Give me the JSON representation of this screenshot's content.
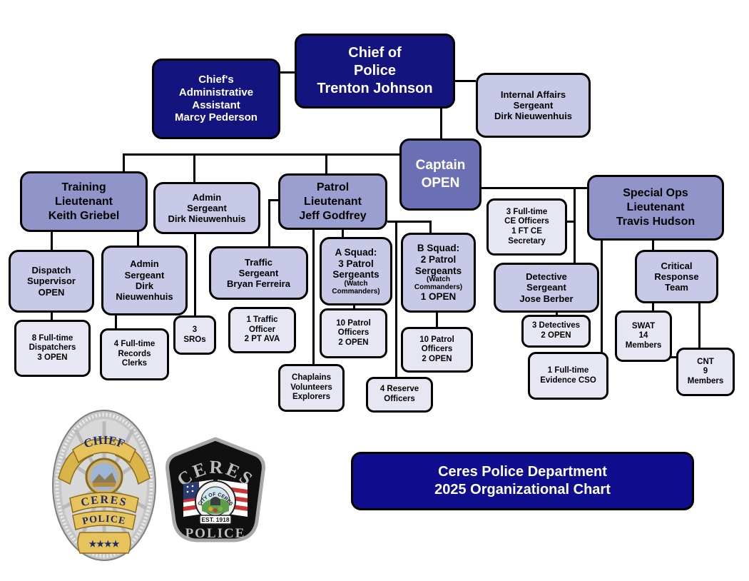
{
  "doc_title": "Ceres Police Department 2025 Organizational Chart",
  "footer": {
    "lines": [
      "Ceres Police Department",
      "2025 Organizational Chart"
    ]
  },
  "org": {
    "chief": {
      "lines": [
        "Chief of",
        "Police",
        "Trenton Johnson"
      ]
    },
    "assistant": {
      "lines": [
        "Chief's",
        "Administrative",
        "Assistant",
        "Marcy Pederson"
      ]
    },
    "internal_affairs": {
      "lines": [
        "Internal Affairs",
        "Sergeant",
        "Dirk Nieuwenhuis"
      ]
    },
    "captain": {
      "lines": [
        "Captain",
        "OPEN"
      ]
    },
    "training_lt": {
      "lines": [
        "Training",
        "Lieutenant",
        "Keith Griebel"
      ]
    },
    "admin_sgt_top": {
      "lines": [
        "Admin",
        "Sergeant",
        "Dirk Nieuwenhuis"
      ]
    },
    "patrol_lt": {
      "lines": [
        "Patrol",
        "Lieutenant",
        "Jeff Godfrey"
      ]
    },
    "special_ops_lt": {
      "lines": [
        "Special Ops",
        "Lieutenant",
        "Travis Hudson"
      ]
    },
    "ce_officers": {
      "lines": [
        "3 Full-time",
        "CE Officers",
        "1 FT CE",
        "Secretary"
      ]
    },
    "dispatch_supervisor": {
      "lines": [
        "Dispatch",
        "Supervisor",
        "OPEN"
      ]
    },
    "admin_sgt_records": {
      "lines": [
        "Admin",
        "Sergeant",
        "Dirk",
        "Nieuwenhuis"
      ]
    },
    "traffic_sgt": {
      "lines": [
        "Traffic",
        "Sergeant",
        "Bryan Ferreira"
      ]
    },
    "a_squad": {
      "lines": [
        "A Squad:",
        "3 Patrol",
        "Sergeants"
      ],
      "small": "(Watch Commanders)"
    },
    "b_squad": {
      "lines": [
        "B Squad:",
        "2 Patrol",
        "Sergeants"
      ],
      "small": "(Watch Commanders)",
      "open": "1 OPEN"
    },
    "detective_sgt": {
      "lines": [
        "Detective",
        "Sergeant",
        "Jose Berber"
      ]
    },
    "crt": {
      "lines": [
        "Critical",
        "Response",
        "Team"
      ]
    },
    "dispatchers": {
      "lines": [
        "8 Full-time",
        "Dispatchers",
        "3 OPEN"
      ]
    },
    "records": {
      "lines": [
        "4 Full-time",
        "Records",
        "Clerks"
      ]
    },
    "sros": {
      "lines": [
        "3",
        "SROs"
      ]
    },
    "traffic_officer": {
      "lines": [
        "1 Traffic",
        "Officer",
        "2 PT AVA"
      ]
    },
    "a_patrol": {
      "lines": [
        "10 Patrol",
        "Officers",
        "2 OPEN"
      ]
    },
    "b_patrol": {
      "lines": [
        "10 Patrol",
        "Officers",
        "2 OPEN"
      ]
    },
    "chaplains": {
      "lines": [
        "Chaplains",
        "Volunteers",
        "Explorers"
      ]
    },
    "reserve": {
      "lines": [
        "4 Reserve",
        "Officers"
      ]
    },
    "detectives": {
      "lines": [
        "3 Detectives",
        "2 OPEN"
      ]
    },
    "evidence": {
      "lines": [
        "1 Full-time",
        "Evidence CSO"
      ]
    },
    "swat": {
      "lines": [
        "SWAT",
        "14",
        "Members"
      ]
    },
    "cnt": {
      "lines": [
        "CNT",
        "9",
        "Members"
      ]
    }
  },
  "badge": {
    "top": "CHIEF",
    "mid": "CERES",
    "lower": "POLICE",
    "stars": "★★★★"
  },
  "patch": {
    "arc": "CERES",
    "seal_top": "CITY OF CERES",
    "est": "EST. 1918",
    "bottom": "POLICE"
  },
  "colors": {
    "navy": "#14147e",
    "title_navy": "#0e0e8e",
    "captain_purple": "#6b70b5",
    "lieutenant_purple": "#9194c9",
    "patrol_purple": "#9b9fd0",
    "mid_lavender": "#c7c9e6",
    "leaf_lavender": "#e7e7f4",
    "connector": "#000000",
    "badge_gold": "#e6c35c",
    "patch_black": "#101010"
  }
}
